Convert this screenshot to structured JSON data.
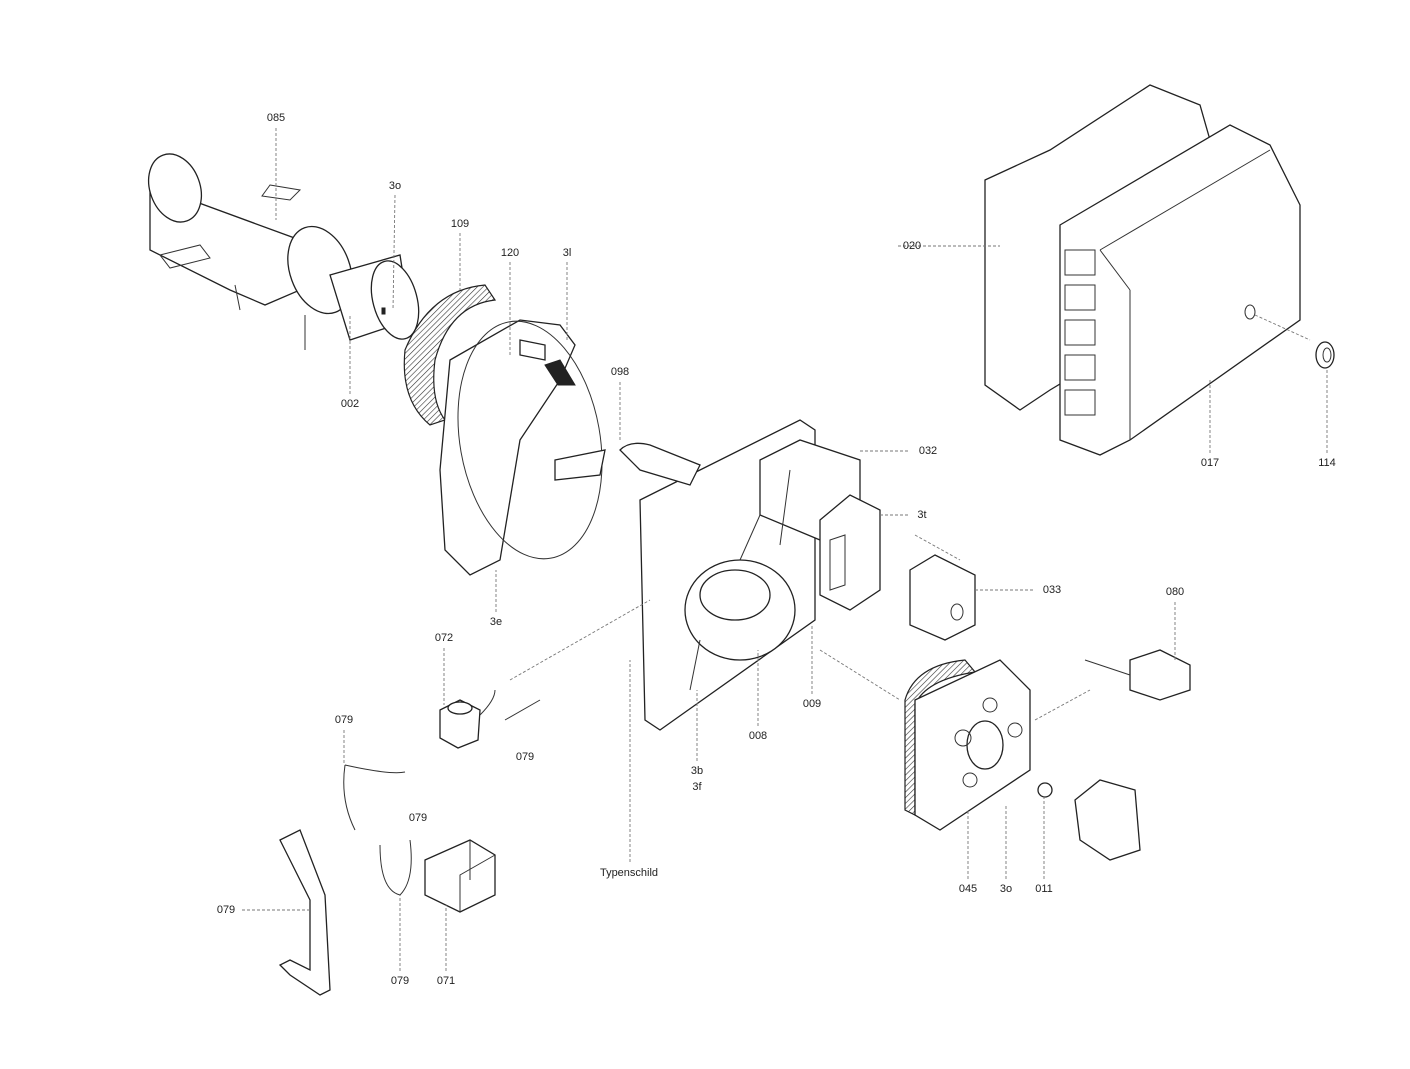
{
  "labels": [
    "085",
    "3o",
    "109",
    "120",
    "3l",
    "002",
    "098",
    "020",
    "032",
    "017",
    "114",
    "3t",
    "033",
    "080",
    "3e",
    "072",
    "079",
    "079",
    "079",
    "009",
    "008",
    "3b",
    "3f",
    "Typenschild",
    "045",
    "3o",
    "011",
    "079",
    "079",
    "071"
  ]
}
